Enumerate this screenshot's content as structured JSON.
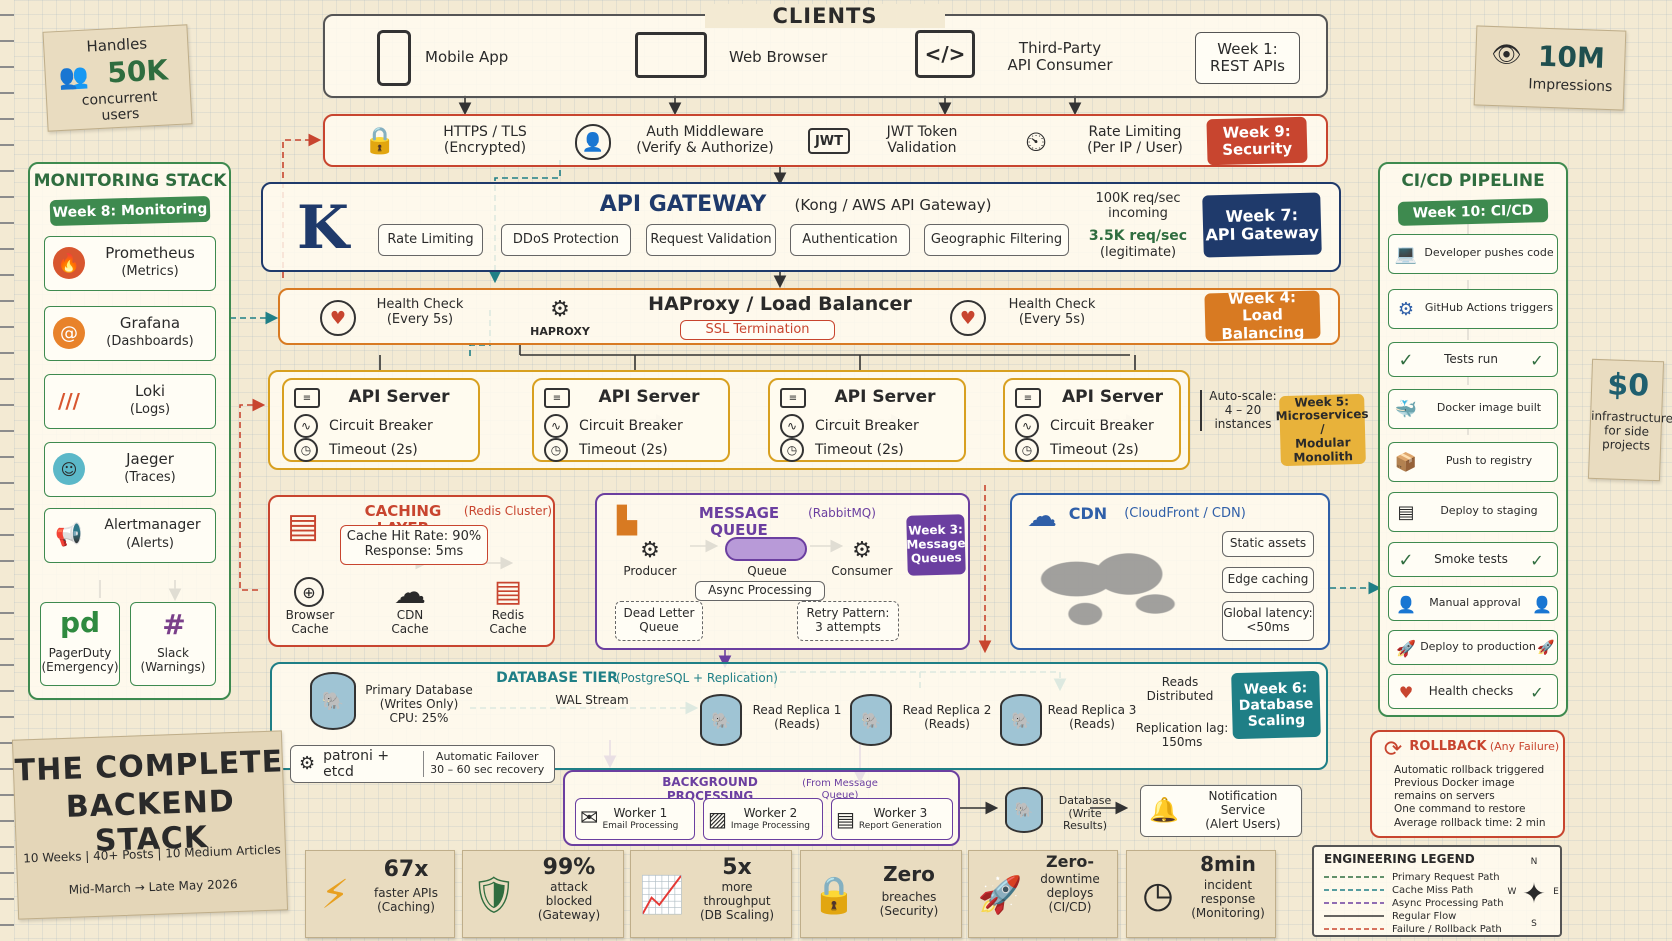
{
  "clients": {
    "title": "CLIENTS",
    "mobile": "Mobile App",
    "web": "Web Browser",
    "third": "Third-Party\nAPI Consumer",
    "week": "Week 1:\nREST APIs"
  },
  "handles": {
    "line1": "Handles",
    "big": "50K",
    "line2": "concurrent\nusers"
  },
  "impressions": {
    "big": "10M",
    "label": "Impressions"
  },
  "infra": {
    "big": "$0",
    "label": "infrastructure\nfor side\nprojects"
  },
  "security": {
    "https": "HTTPS / TLS\n(Encrypted)",
    "auth": "Auth Middleware\n(Verify & Authorize)",
    "jwt_icon": "JWT",
    "jwt": "JWT Token\nValidation",
    "rate": "Rate Limiting\n(Per IP / User)",
    "week": "Week 9:\nSecurity"
  },
  "gateway": {
    "title": "API GATEWAY",
    "sub": "(Kong / AWS API Gateway)",
    "features": [
      "Rate Limiting",
      "DDoS Protection",
      "Request Validation",
      "Authentication",
      "Geographic Filtering"
    ],
    "incoming": "100K req/sec\nincoming",
    "legit_num": "3.5K req/sec",
    "legit": "(legitimate)",
    "week": "Week 7:\nAPI Gateway"
  },
  "lb": {
    "title": "HAProxy / Load Balancer",
    "ssl": "SSL Termination",
    "logo": "HAPROXY",
    "hc1": "Health Check\n(Every 5s)",
    "hc2": "Health Check\n(Every 5s)",
    "week": "Week 4:\nLoad Balancing"
  },
  "servers": {
    "title": "API Server",
    "cb": "Circuit Breaker",
    "timeout": "Timeout  (2s)",
    "autoscale": "Auto-scale:\n4 – 20\ninstances",
    "week": "Week 5:\nMicroservices /\nModular Monolith"
  },
  "cache": {
    "title": "CACHING LAYER",
    "sub": "(Redis Cluster)",
    "stats": "Cache Hit Rate: 90%\nResponse:  5ms",
    "browser": "Browser\nCache",
    "cdn": "CDN\nCache",
    "redis": "Redis\nCache"
  },
  "mq": {
    "title": "MESSAGE QUEUE",
    "sub": "(RabbitMQ)",
    "producer": "Producer",
    "queue": "Queue",
    "consumer": "Consumer",
    "async": "Async Processing",
    "dlq": "Dead Letter\nQueue",
    "retry": "Retry Pattern:\n3 attempts",
    "week": "Week 3:\nMessage\nQueues"
  },
  "cdn": {
    "title": "CDN",
    "sub": "(CloudFront / CDN)",
    "static": "Static assets",
    "edge": "Edge caching",
    "latency": "Global latency:\n<50ms"
  },
  "db": {
    "title": "DATABASE TIER",
    "sub": "(PostgreSQL + Replication)",
    "primary": "Primary Database\n(Writes Only)\nCPU: 25%",
    "wal": "WAL Stream",
    "r1": "Read Replica 1\n(Reads)",
    "r2": "Read Replica 2\n(Reads)",
    "r3": "Read Replica 3\n(Reads)",
    "dist": "Reads\nDistributed",
    "lag": "Replication lag:\n150ms",
    "patroni": "patroni + etcd",
    "failover": "Automatic Failover\n30 – 60 sec recovery",
    "week": "Week 6:\nDatabase\nScaling"
  },
  "bg": {
    "title": "BACKGROUND PROCESSING",
    "sub": "(From Message Queue)",
    "w1": "Worker 1",
    "w1s": "Email Processing",
    "w2": "Worker 2",
    "w2s": "Image Processing",
    "w3": "Worker 3",
    "w3s": "Report Generation",
    "dbres": "Database\n(Write Results)",
    "notif": "Notification Service\n(Alert Users)"
  },
  "monitoring": {
    "title": "MONITORING STACK",
    "week": "Week 8: Monitoring",
    "items": [
      {
        "name": "Prometheus",
        "sub": "(Metrics)"
      },
      {
        "name": "Grafana",
        "sub": "(Dashboards)"
      },
      {
        "name": "Loki",
        "sub": "(Logs)"
      },
      {
        "name": "Jaeger",
        "sub": "(Traces)"
      },
      {
        "name": "Alertmanager",
        "sub": "(Alerts)"
      }
    ],
    "pd_logo": "pd",
    "pd": "PagerDuty\n(Emergency)",
    "slack": "Slack\n(Warnings)"
  },
  "cicd": {
    "title": "CI/CD PIPELINE",
    "week": "Week 10: CI/CD",
    "steps": [
      "Developer pushes code",
      "GitHub Actions triggers",
      "Tests run",
      "Docker image built",
      "Push to registry",
      "Deploy to staging",
      "Smoke tests",
      "Manual approval",
      "Deploy to production",
      "Health checks"
    ]
  },
  "rollback": {
    "title": "ROLLBACK",
    "sub": "(Any Failure)",
    "items": [
      "Automatic rollback triggered",
      "Previous Docker image\nremains on servers",
      "One command to restore",
      "Average rollback time: 2 min"
    ]
  },
  "titlecard": {
    "line1": "THE COMPLETE",
    "line2": "BACKEND STACK",
    "meta": "10 Weeks | 40+ Posts | 10 Medium Articles",
    "dates": "Mid-March → Late May 2026"
  },
  "stats": [
    {
      "big": "67x",
      "label": "faster APIs\n(Caching)"
    },
    {
      "big": "99%",
      "label": "attack\nblocked\n(Gateway)"
    },
    {
      "big": "5x",
      "label": "more\nthroughput\n(DB Scaling)"
    },
    {
      "big": "Zero",
      "label": "breaches\n(Security)"
    },
    {
      "big": "Zero-",
      "label": "downtime\ndeploys\n(CI/CD)"
    },
    {
      "big": "8min",
      "label": "incident\nresponse\n(Monitoring)"
    }
  ],
  "legend": {
    "title": "ENGINEERING LEGEND",
    "items": [
      "Primary Request Path",
      "Cache Miss Path",
      "Async Processing Path",
      "Regular Flow",
      "Failure / Rollback Path"
    ]
  },
  "compass": {
    "n": "N",
    "s": "S",
    "e": "E",
    "w": "W"
  },
  "colors": {
    "navy": "#1f3a6b",
    "orange": "#d87a22",
    "red": "#c8452f",
    "purple": "#6b3fa0",
    "teal": "#1f7f86",
    "green": "#3e8a4f",
    "blue": "#2f5fa8"
  }
}
